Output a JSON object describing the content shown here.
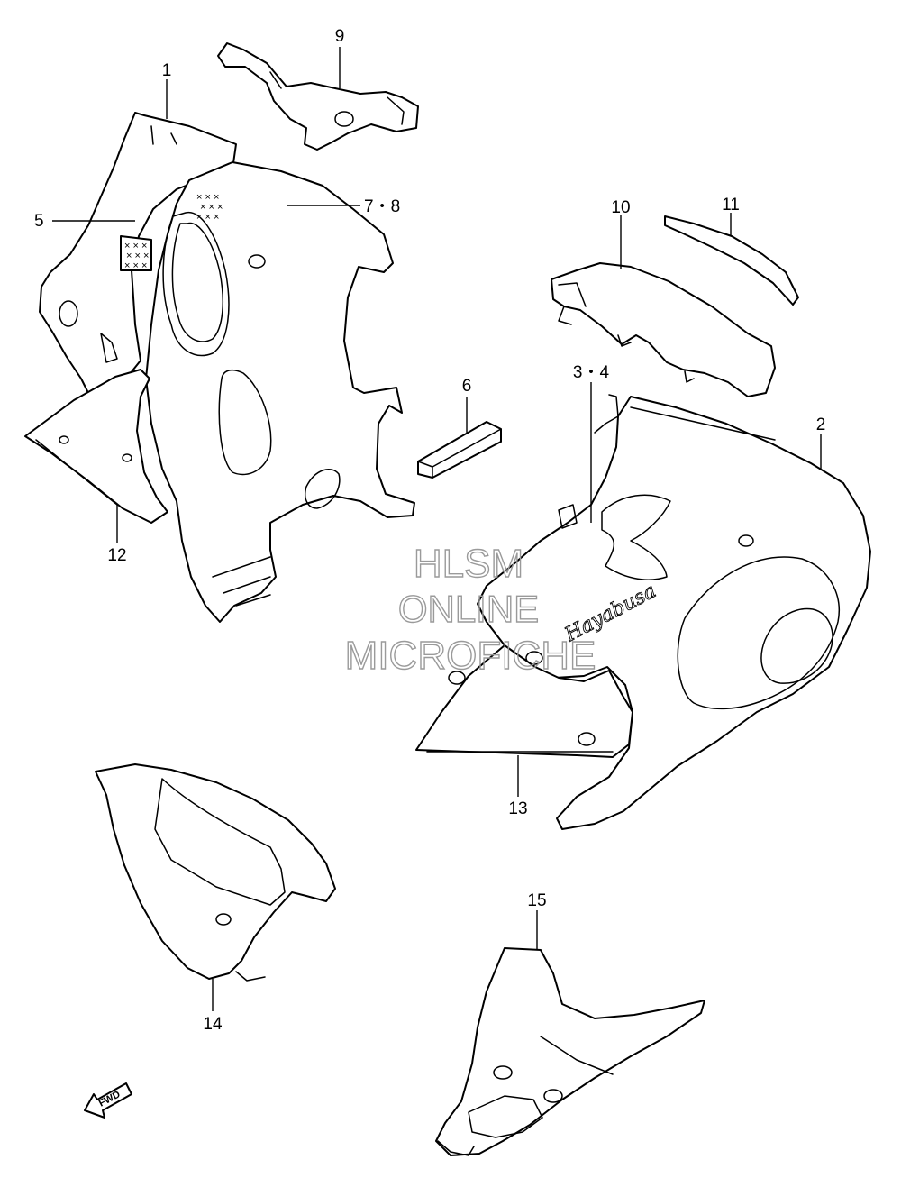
{
  "callouts": {
    "c1": "1",
    "c2": "2",
    "c3_4": "3・4",
    "c5": "5",
    "c6": "6",
    "c7_8": "7・8",
    "c9": "9",
    "c10": "10",
    "c11": "11",
    "c12": "12",
    "c13": "13",
    "c14": "14",
    "c15": "15"
  },
  "watermark": {
    "line1": "HLSM",
    "line2": "ONLINE",
    "line3": "MICROFICHE"
  },
  "fwd_arrow": {
    "label": "FWD"
  },
  "decal_script": "Hayabusa",
  "icons": [
    "fwd-arrow-icon"
  ],
  "colors": {
    "line": "#000000",
    "watermark": "#9a9a9a",
    "background": "#ffffff"
  }
}
